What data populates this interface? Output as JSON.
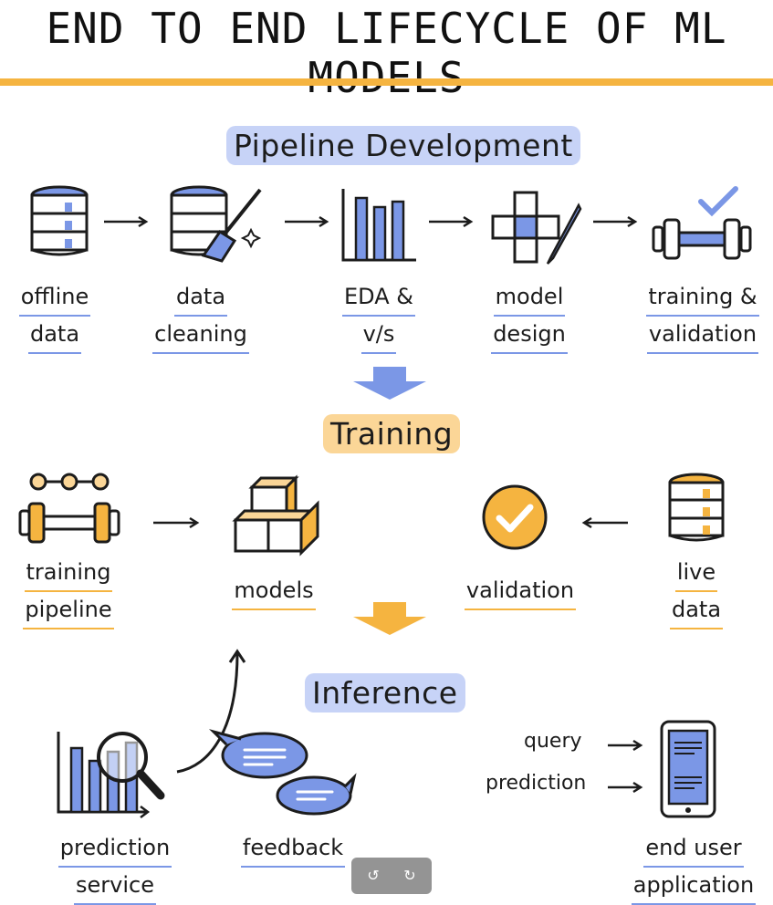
{
  "title": "END TO END LIFECYCLE OF ML MODELS",
  "colors": {
    "blue": "#7b97e6",
    "orange": "#f5b440",
    "ink": "#1c1c1c",
    "toolbar": "#8f8f8f"
  },
  "sections": {
    "pipeline": {
      "title": "Pipeline Development"
    },
    "training": {
      "title": "Training"
    },
    "inference": {
      "title": "Inference"
    }
  },
  "pipeline_steps": [
    {
      "line1": "offline",
      "line2": "data",
      "icon": "database-icon"
    },
    {
      "line1": "data",
      "line2": "cleaning",
      "icon": "database-broom-icon"
    },
    {
      "line1": "EDA &",
      "line2": "v/s",
      "icon": "bar-chart-icon"
    },
    {
      "line1": "model",
      "line2": "design",
      "icon": "blueprint-pencil-icon"
    },
    {
      "line1": "training &",
      "line2": "validation",
      "icon": "dumbbell-check-icon"
    }
  ],
  "training_steps": [
    {
      "line1": "training",
      "line2": "pipeline",
      "icon": "pipeline-dumbbell-icon"
    },
    {
      "line1": "models",
      "icon": "cubes-icon"
    },
    {
      "line1": "validation",
      "icon": "check-circle-icon"
    },
    {
      "line1": "live",
      "line2": "data",
      "icon": "database-icon"
    }
  ],
  "inference_items": {
    "prediction_service": {
      "line1": "prediction",
      "line2": "service",
      "icon": "chart-magnifier-icon"
    },
    "feedback": {
      "line1": "feedback",
      "icon": "chat-bubbles-icon"
    },
    "end_user": {
      "line1": "end user",
      "line2": "application",
      "icon": "phone-icon"
    },
    "query": "query",
    "prediction": "prediction"
  },
  "toolbar": {
    "rotate_left": "rotate-left-icon",
    "rotate_right": "rotate-right-icon"
  }
}
